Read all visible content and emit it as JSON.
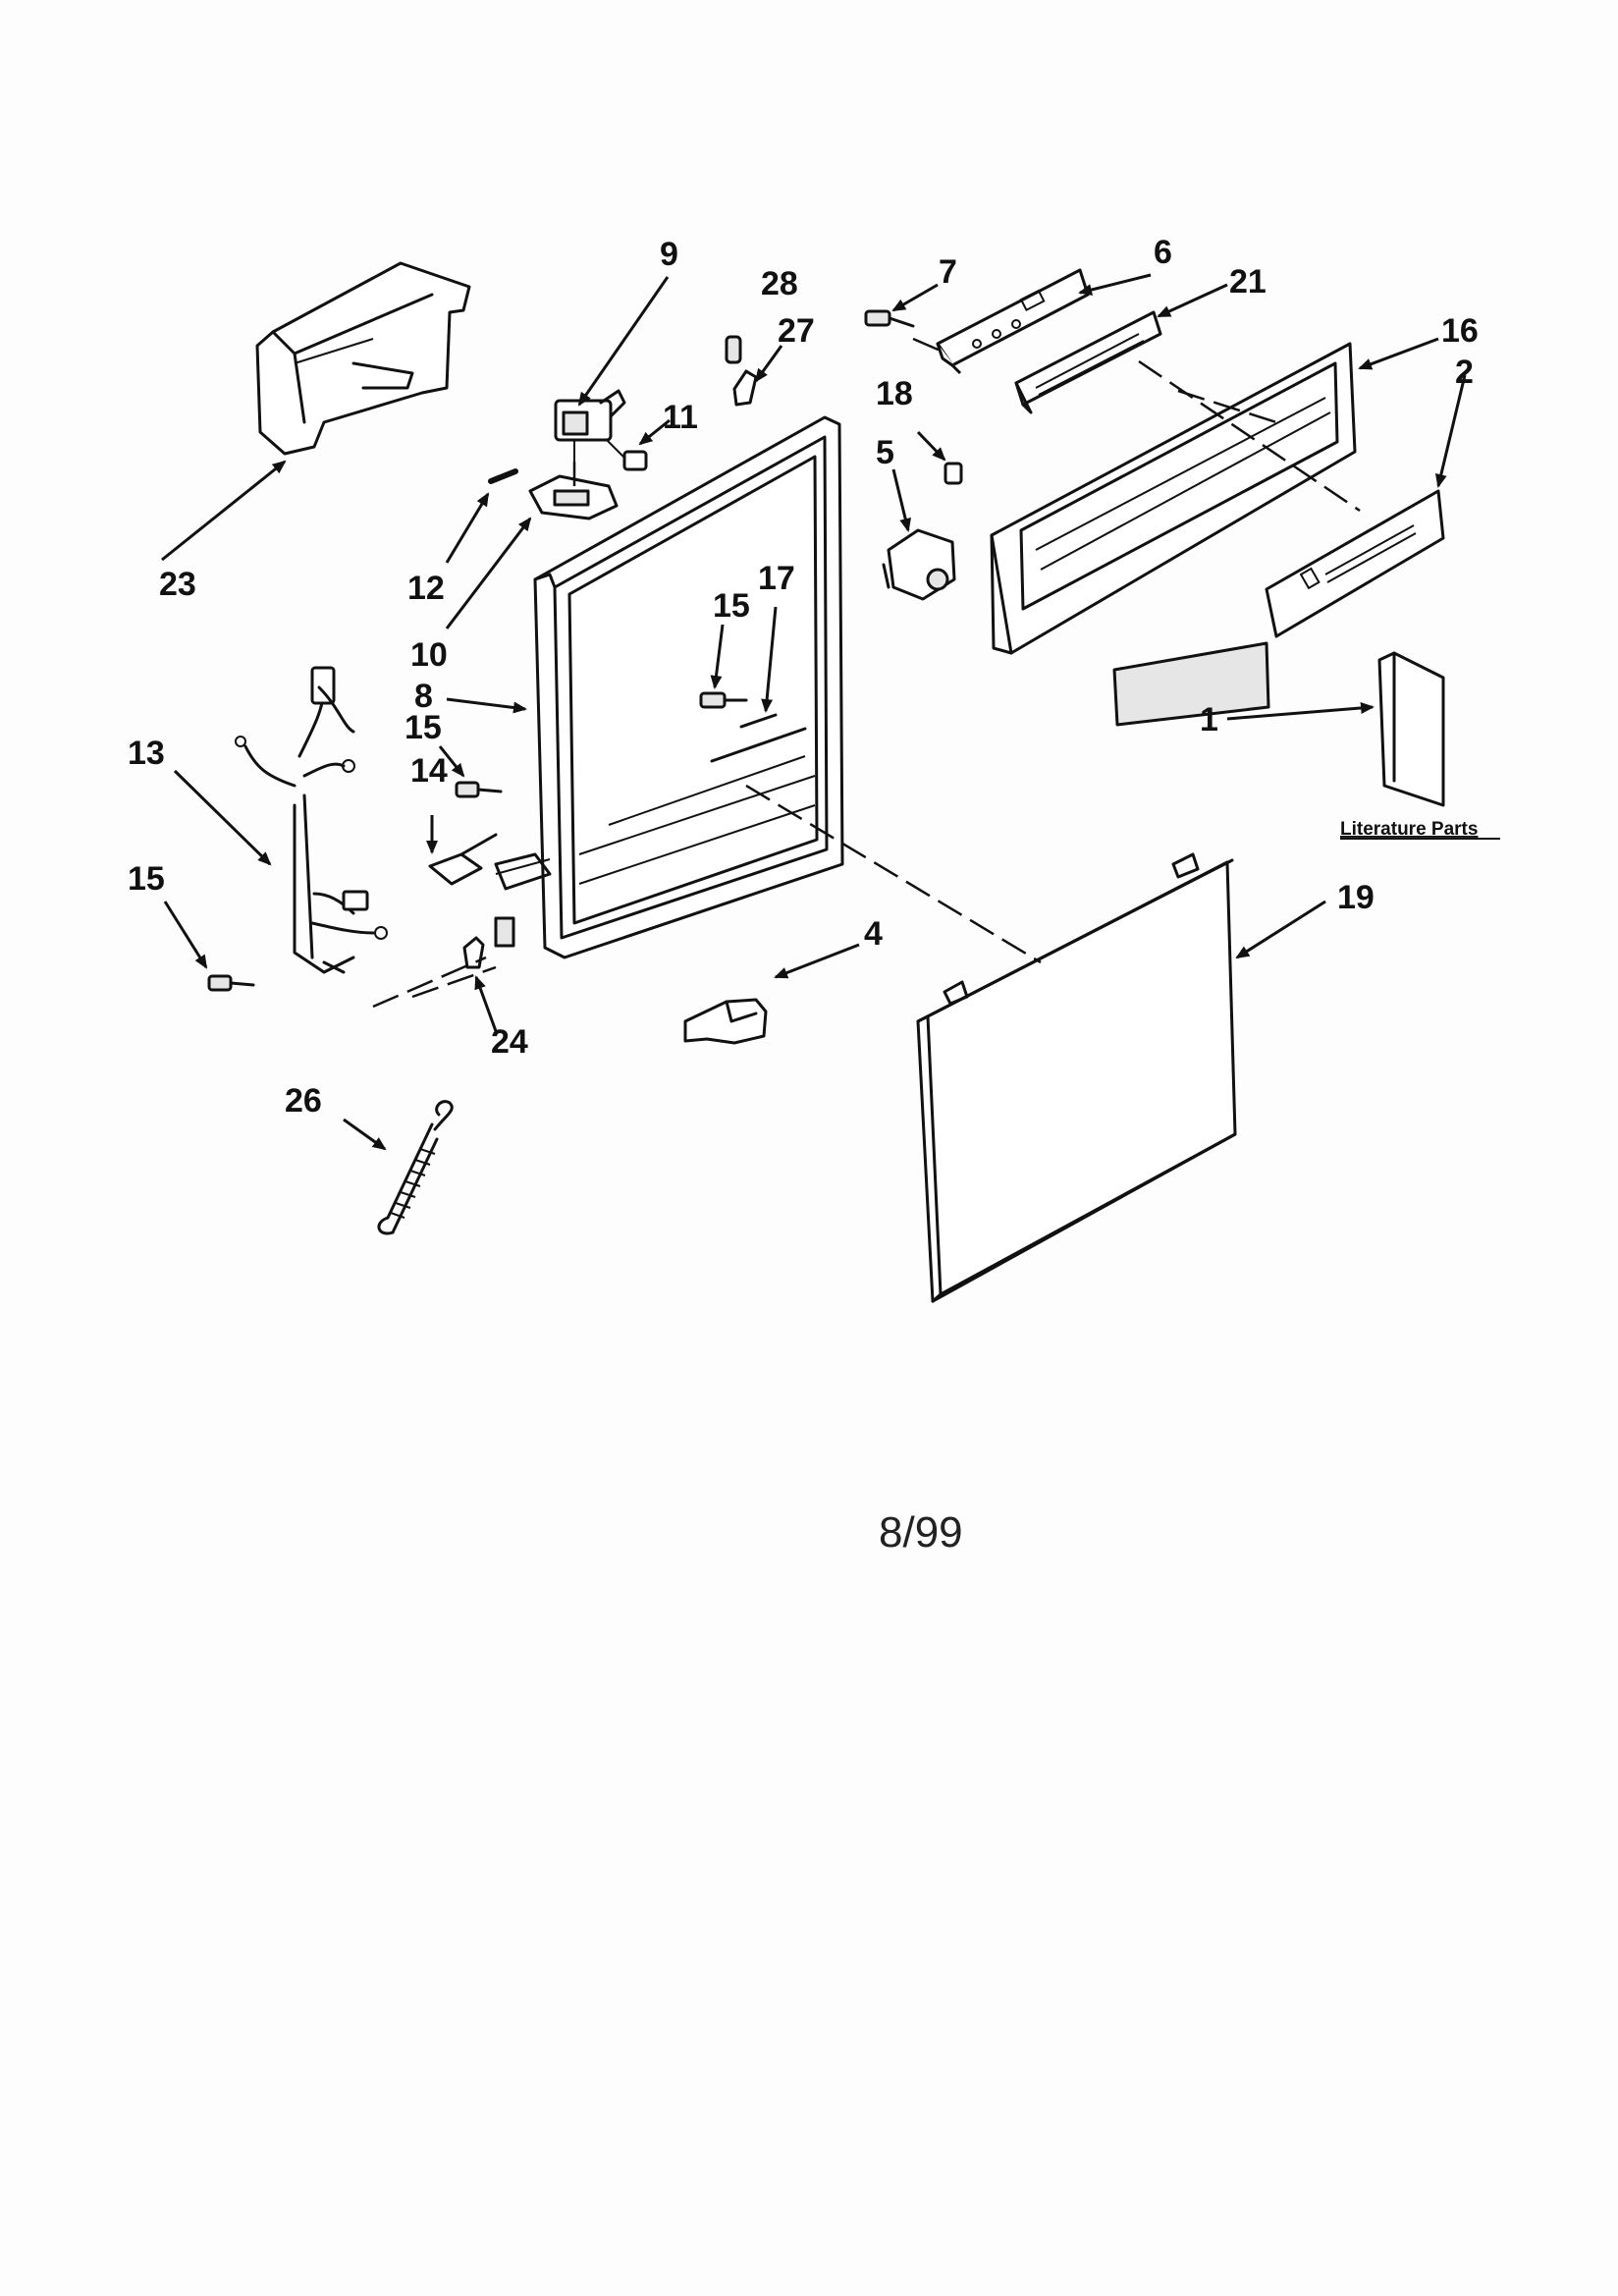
{
  "callouts": {
    "c1": "1",
    "c2": "2",
    "c4": "4",
    "c5": "5",
    "c6": "6",
    "c7": "7",
    "c8": "8",
    "c9": "9",
    "c10": "10",
    "c11": "11",
    "c12": "12",
    "c13": "13",
    "c14": "14",
    "c15a": "15",
    "c15b": "15",
    "c15c": "15",
    "c16": "16",
    "c17": "17",
    "c18": "18",
    "c19": "19",
    "c21": "21",
    "c23": "23",
    "c24": "24",
    "c26": "26",
    "c27": "27",
    "c28": "28"
  },
  "literature_label": "Literature Parts",
  "footer_date": "8/99"
}
